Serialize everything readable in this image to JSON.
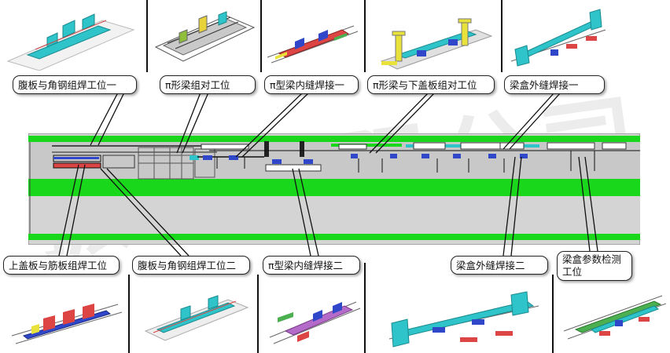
{
  "labels": {
    "top": [
      "腹板与角钢组焊工位一",
      "π形梁组对工位",
      "π型梁内缝焊接一",
      "π形梁与下盖板组对工位",
      "梁盒外缝焊接一"
    ],
    "bottom": [
      "上盖板与筋板组焊工位",
      "腹板与角钢组焊工位二",
      "π型梁内缝焊接二",
      "梁盒外缝焊接二",
      "梁盒参数检测工位"
    ]
  },
  "watermark": "振华有限公司",
  "colors": {
    "floor_green": "#19d81b",
    "floor_grey": "#d4d4d4",
    "machine_cyan": "#2ec4c9",
    "machine_blue": "#2f47c8",
    "machine_yellow": "#e8e23a"
  }
}
